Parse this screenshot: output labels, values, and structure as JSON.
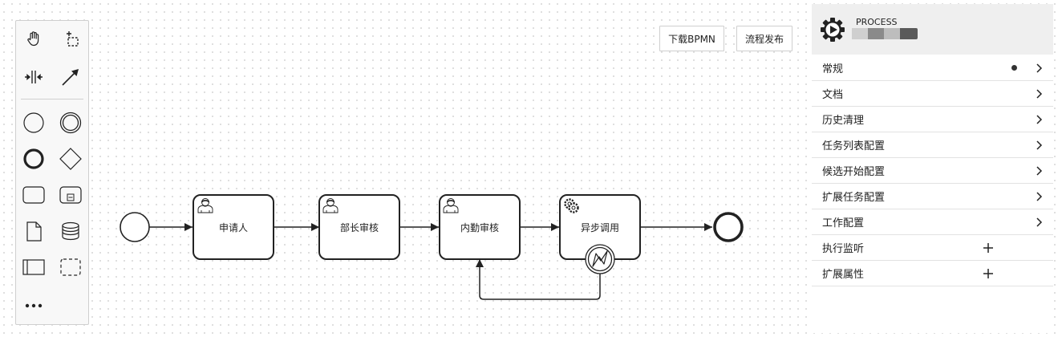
{
  "toolbar": {
    "download_label": "下载BPMN",
    "publish_label": "流程发布"
  },
  "palette": {
    "tools": [
      "hand-tool",
      "lasso-tool",
      "space-tool",
      "global-connect-tool",
      "start-event",
      "intermediate-event",
      "end-event",
      "gateway",
      "task",
      "subprocess",
      "data-object",
      "data-store",
      "participant",
      "group",
      "more"
    ]
  },
  "diagram": {
    "tasks": [
      {
        "label": "申请人",
        "type": "user-task"
      },
      {
        "label": "部长审核",
        "type": "user-task"
      },
      {
        "label": "内勤审核",
        "type": "user-task"
      },
      {
        "label": "异步调用",
        "type": "service-task"
      }
    ],
    "boundary_event": "error-boundary-event"
  },
  "properties": {
    "element_type": "PROCESS",
    "name_swatch_colors": [
      "#cfcfcf",
      "#8a8a8a",
      "#bdbdbd",
      "#5a5a5a"
    ],
    "groups": [
      {
        "label": "常规",
        "has_indicator": true,
        "kind": "expand"
      },
      {
        "label": "文档",
        "has_indicator": false,
        "kind": "expand"
      },
      {
        "label": "历史清理",
        "has_indicator": false,
        "kind": "expand"
      },
      {
        "label": "任务列表配置",
        "has_indicator": false,
        "kind": "expand"
      },
      {
        "label": "候选开始配置",
        "has_indicator": false,
        "kind": "expand"
      },
      {
        "label": "扩展任务配置",
        "has_indicator": false,
        "kind": "expand"
      },
      {
        "label": "工作配置",
        "has_indicator": false,
        "kind": "expand"
      },
      {
        "label": "执行监听",
        "has_indicator": false,
        "kind": "add"
      },
      {
        "label": "扩展属性",
        "has_indicator": false,
        "kind": "add"
      }
    ]
  },
  "colors": {
    "stroke": "#222222",
    "panel_header_bg": "#efefef",
    "palette_bg": "#f8f8f8"
  }
}
